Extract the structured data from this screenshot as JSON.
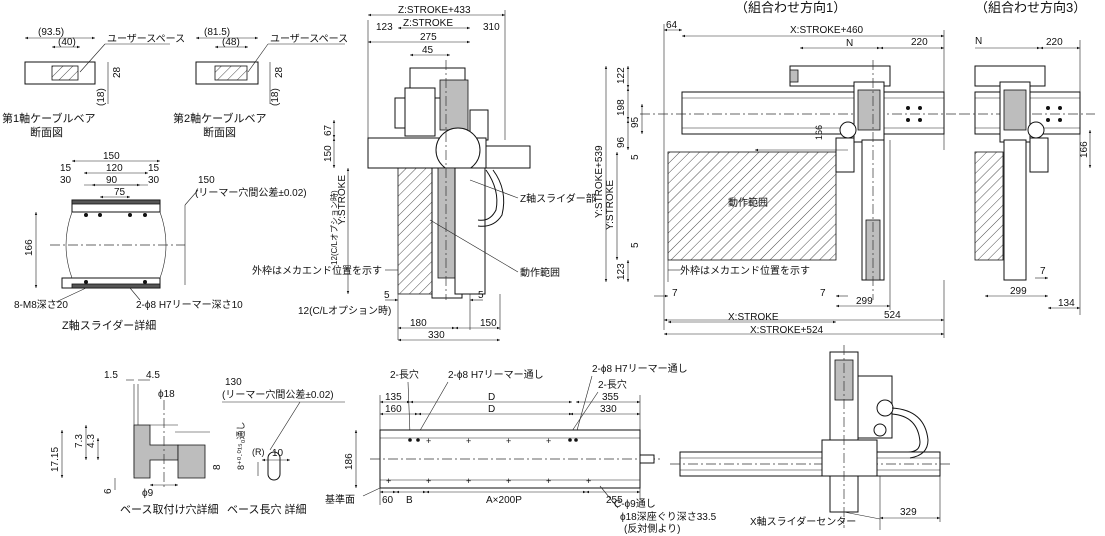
{
  "headings": {
    "combo1": "（組合わせ方向1）",
    "combo3": "（組合わせ方向3）"
  },
  "cable_section": {
    "axis1_title_line1": "第1軸ケーブルベア",
    "axis1_title_line2": "断面図",
    "axis2_title_line1": "第2軸ケーブルベア",
    "axis2_title_line2": "断面図",
    "user_space": "ユーザースペース",
    "a1_outer": "(93.5)",
    "a1_inner": "(40)",
    "a1_height": "28",
    "a1_bottom": "(18)",
    "a2_outer": "(81.5)",
    "a2_inner": "(48)",
    "a2_height": "28",
    "a2_bottom": "(18)"
  },
  "z_slider_detail": {
    "title": "Z軸スライダー詳細",
    "d150": "150",
    "d120": "120",
    "d15a": "15",
    "d15b": "15",
    "d30a": "30",
    "d30b": "30",
    "d90": "90",
    "d75": "75",
    "d166": "166",
    "pitch_line1": "150",
    "pitch_line2": "(リーマー穴間公差±0.02)",
    "tap_holes": "8-M8深さ20",
    "reamer_holes": "2-ϕ8 H7リーマー深さ10"
  },
  "front_view": {
    "z_stroke_433": "Z:STROKE+433",
    "z_stroke": "Z:STROKE",
    "d123": "123",
    "d275": "275",
    "d310": "310",
    "d45": "45",
    "d67": "67",
    "d150": "150",
    "cl_option_v": "12(C/Lオプション時)",
    "y_stroke_v": "Y:STROKE",
    "z_slider": "Z軸スライダー部",
    "outer_frame": "外枠はメカエンド位置を示す",
    "motion_range": "動作範囲",
    "d5a": "5",
    "d5b": "5",
    "cl_option_h": "12(C/Lオプション時)",
    "d180": "180",
    "d150b": "150",
    "d330": "330"
  },
  "top_view": {
    "d64": "64",
    "x_stroke_460": "X:STROKE+460",
    "n": "N",
    "d220": "220",
    "d122": "122",
    "d198": "198",
    "d95": "95",
    "d96": "96",
    "d166": "166",
    "y_stroke_539": "Y:STROKE+539",
    "y_stroke": "Y:STROKE",
    "d5a": "5",
    "d5b": "5",
    "d123": "123",
    "motion_range": "動作範囲",
    "outer_frame": "外枠はメカエンド位置を示す",
    "d7a": "7",
    "d7b": "7",
    "d299": "299",
    "d524": "524",
    "x_stroke": "X:STROKE",
    "x_stroke_524": "X:STROKE+524"
  },
  "combo3_view": {
    "n": "N",
    "d220": "220",
    "d166": "166",
    "d7": "7",
    "d299": "299",
    "d134": "134"
  },
  "base_detail": {
    "title": "ベース取付け穴詳細",
    "d15": "1.5",
    "d45": "4.5",
    "d18": "ϕ18",
    "d73": "7.3",
    "d43": "4.3",
    "d1715": "17.15",
    "d6": "6",
    "d9": "ϕ9"
  },
  "slot_detail": {
    "title": "ベース長穴 詳細",
    "pitch_line1": "130",
    "pitch_line2": "(リーマー穴間公差±0.02)",
    "tol": "8⁺⁰·⁰¹⁵₀通し",
    "d8": "8",
    "d10": "10",
    "r": "(R)"
  },
  "base_view": {
    "slot_left": "2-長穴",
    "reamer_left": "2-ϕ8 H7リーマー通し",
    "reamer_right": "2-ϕ8 H7リーマー通し",
    "slot_right": "2-長穴",
    "d135": "135",
    "d160": "160",
    "d_upper": "D",
    "d_lower": "D",
    "d355": "355",
    "d330": "330",
    "d186": "186",
    "ref_surface": "基準面",
    "d60": "60",
    "b": "B",
    "pitch": "A×200P",
    "d255": "255",
    "c_holes_line1": "C-ϕ9通し",
    "c_holes_line2": "ϕ18深座ぐり深さ33.5",
    "c_holes_line3": "(反対側より)"
  },
  "side_view": {
    "x_slider_center": "X軸スライダーセンター",
    "d329": "329"
  }
}
